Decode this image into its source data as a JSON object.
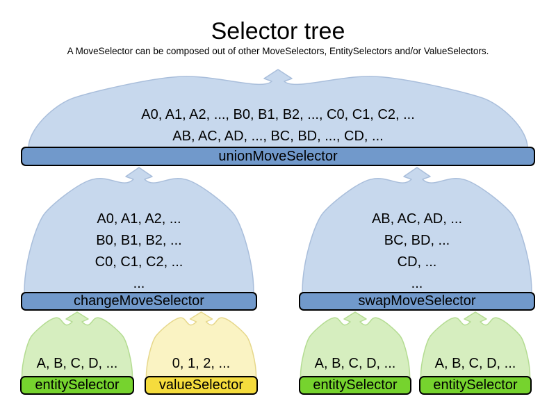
{
  "title": "Selector tree",
  "subtitle": "A MoveSelector can be composed out of other MoveSelectors, EntitySelectors and/or ValueSelectors.",
  "colors": {
    "move_selector_bar": "#7199cb",
    "move_selector_funnel": "#c7d8ed",
    "entity_selector_bar": "#76d32e",
    "entity_selector_funnel": "#d6eebf",
    "value_selector_bar": "#f5dc3d",
    "value_selector_funnel": "#faf3c3",
    "text": "#000000",
    "background": "#ffffff"
  },
  "nodes": {
    "union": {
      "label": "unionMoveSelector",
      "lines": [
        "A0, A1, A2, ..., B0, B1, B2, ..., C0, C1, C2, ...",
        "AB, AC, AD, ..., BC, BD, ..., CD, ..."
      ]
    },
    "change": {
      "label": "changeMoveSelector",
      "lines": [
        "A0, A1, A2, ...",
        "B0, B1, B2, ...",
        "C0, C1, C2, ...",
        "..."
      ]
    },
    "swap": {
      "label": "swapMoveSelector",
      "lines": [
        "AB, AC, AD, ...",
        "BC, BD, ...",
        "CD, ...",
        "..."
      ]
    },
    "entity1": {
      "label": "entitySelector",
      "lines": [
        "A, B, C, D, ..."
      ]
    },
    "value1": {
      "label": "valueSelector",
      "lines": [
        "0, 1, 2, ..."
      ]
    },
    "entity2": {
      "label": "entitySelector",
      "lines": [
        "A, B, C, D, ..."
      ]
    },
    "entity3": {
      "label": "entitySelector",
      "lines": [
        "A, B, C, D, ..."
      ]
    }
  }
}
